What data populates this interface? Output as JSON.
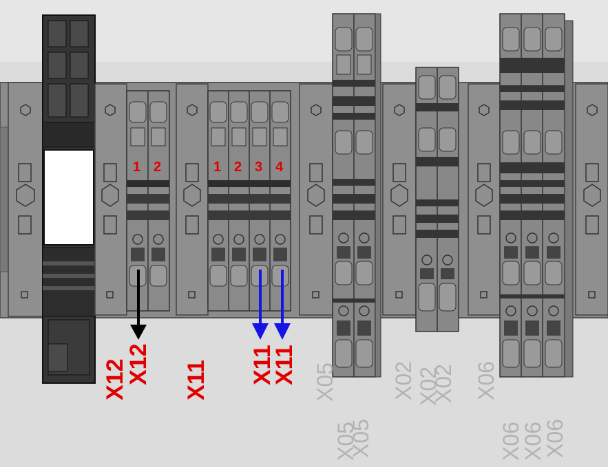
{
  "colors": {
    "background": "#dcdcdc",
    "rail": "#8c8c8c",
    "block": "#8a8a8a",
    "dark_block": "#2f2f2f",
    "terminal_number": "#e00000",
    "red_label": "#e00000",
    "grey_label": "#b3b3b3",
    "blue_arrow": "#1414e6",
    "black_arrow": "#000000"
  },
  "terminal_numbers": {
    "x12_block": [
      "1",
      "2"
    ],
    "x11_block": [
      "1",
      "2",
      "3",
      "4"
    ]
  },
  "labels": {
    "x12_a": "X12",
    "x12_b": "X12",
    "x11_a": "X11",
    "x11_b": "X11",
    "x11_c": "X11",
    "x05_a": "X05",
    "x05_b": "X05",
    "x05_c": "X05",
    "x02_a": "X02",
    "x02_b": "X02",
    "x02_c": "X02",
    "x06_a": "X06",
    "x06_b": "X06",
    "x06_c": "X06",
    "x06_d": "X06"
  },
  "arrows": [
    {
      "name": "black-arrow",
      "color": "black"
    },
    {
      "name": "blue-arrow-3",
      "color": "blue"
    },
    {
      "name": "blue-arrow-4",
      "color": "blue"
    }
  ]
}
